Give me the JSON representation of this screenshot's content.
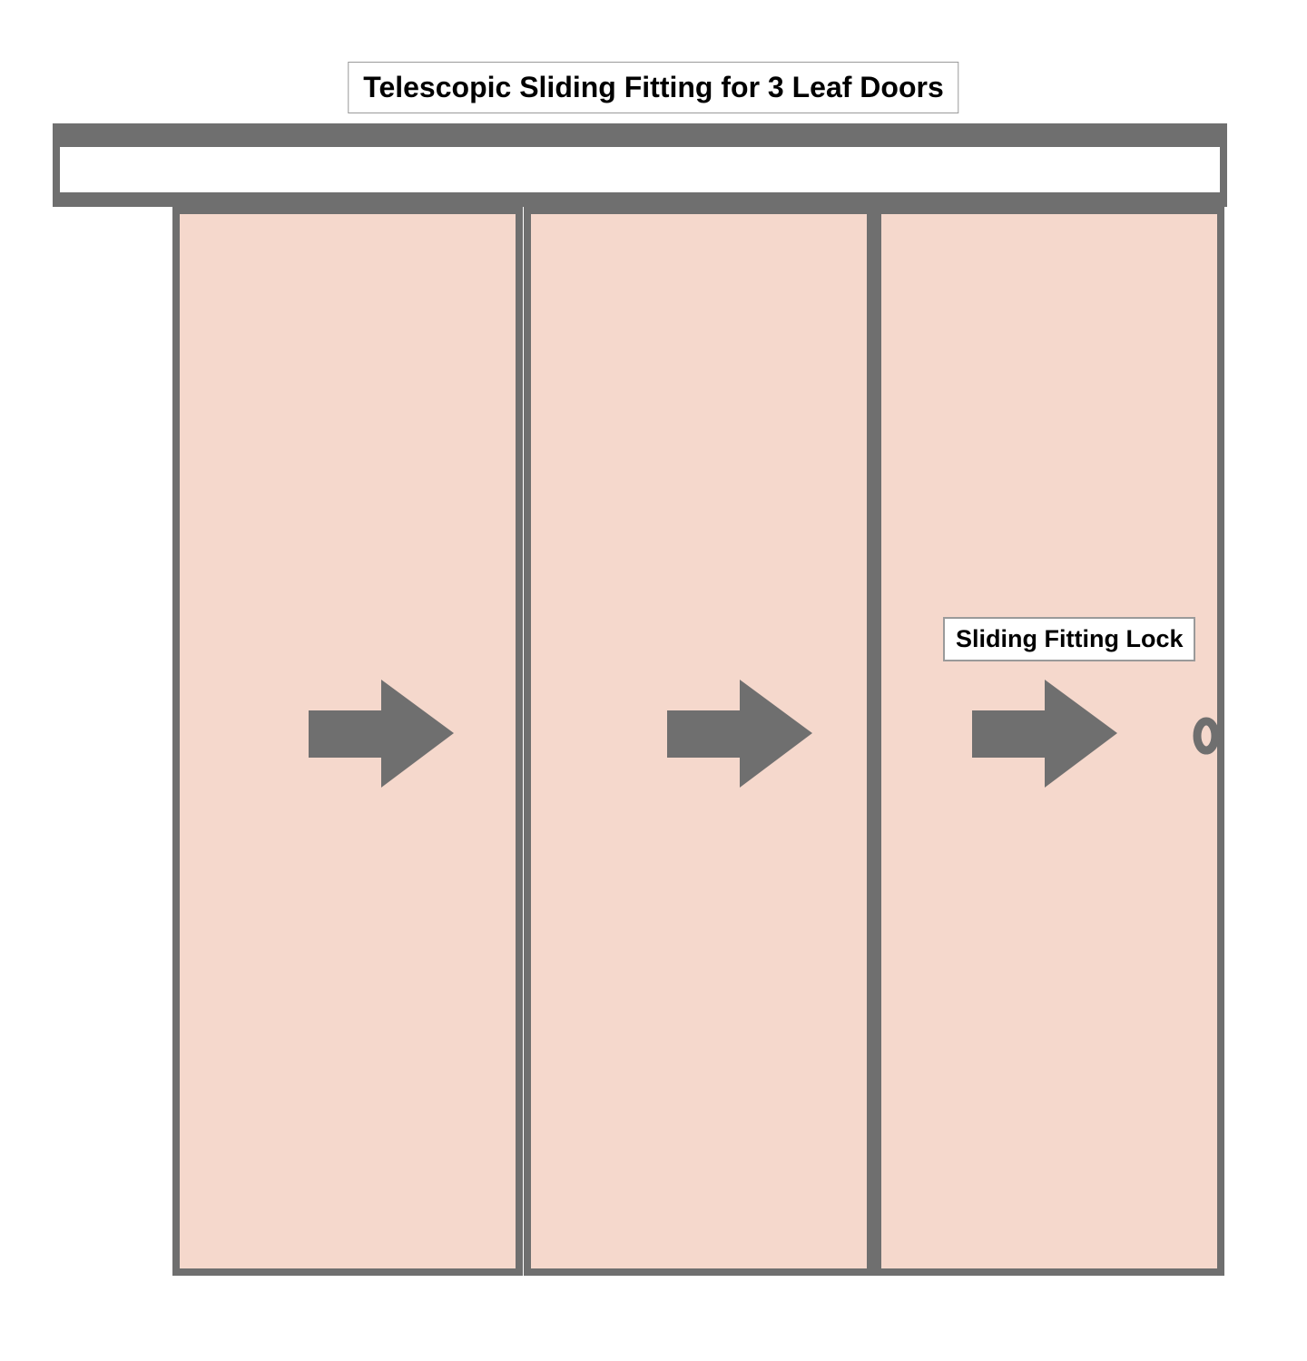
{
  "title": "Telescopic Sliding Fitting for 3 Leaf Doors",
  "lock_label": "Sliding Fitting Lock",
  "colors": {
    "door_fill": "#F5D8CC",
    "frame_gray": "#6F6F6F",
    "label_border": "#9A9A9A",
    "page_bg": "#FFFFFF",
    "text_color": "#000000"
  },
  "doors": [
    {
      "id": "leaf-1",
      "arrow_direction": "right"
    },
    {
      "id": "leaf-2",
      "arrow_direction": "right"
    },
    {
      "id": "leaf-3",
      "arrow_direction": "right",
      "has_lock": true
    }
  ]
}
